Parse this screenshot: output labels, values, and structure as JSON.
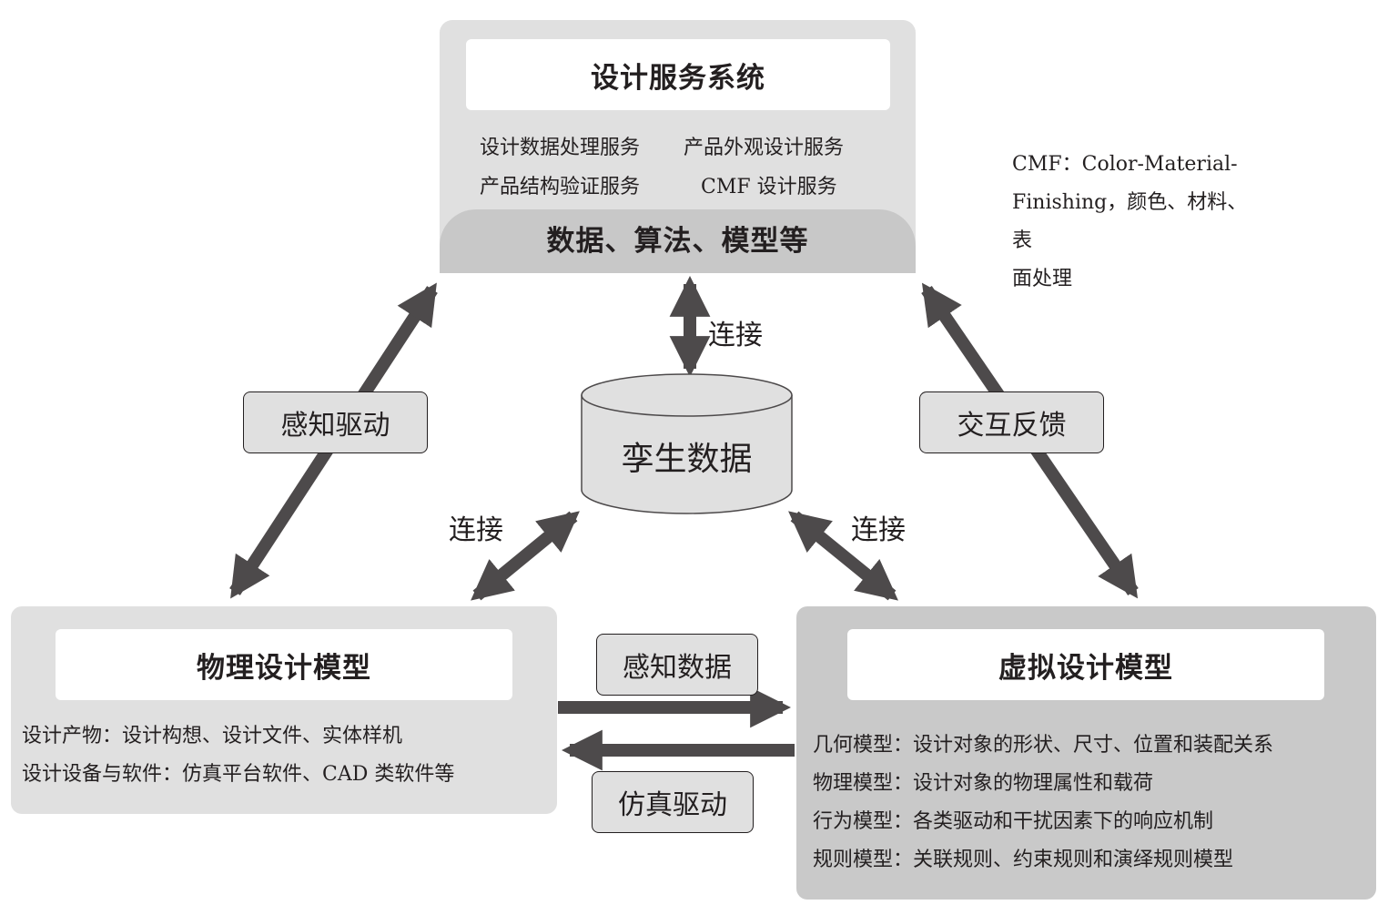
{
  "top_panel": {
    "title": "设计服务系统",
    "services": [
      "设计数据处理服务",
      "产品外观设计服务",
      "产品结构验证服务",
      "CMF 设计服务"
    ],
    "band": "数据、算法、模型等"
  },
  "cmf_note": {
    "lines": [
      "CMF：Color-Material-",
      "Finishing，颜色、材料、表",
      "面处理"
    ]
  },
  "twin_data": {
    "label": "孪生数据"
  },
  "connections": {
    "top": "连接",
    "left": "连接",
    "right": "连接"
  },
  "edge_labels": {
    "left_diagonal": "感知驱动",
    "right_diagonal": "交互反馈",
    "to_virtual": "感知数据",
    "to_physical": "仿真驱动"
  },
  "physical_model": {
    "title": "物理设计模型",
    "lines": [
      "设计产物：设计构想、设计文件、实体样机",
      "设计设备与软件：仿真平台软件、CAD 类软件等"
    ]
  },
  "virtual_model": {
    "title": "虚拟设计模型",
    "lines": [
      "几何模型：设计对象的形状、尺寸、位置和装配关系",
      "物理模型：设计对象的物理属性和载荷",
      "行为模型：各类驱动和干扰因素下的响应机制",
      "规则模型：关联规则、约束规则和演绎规则模型"
    ]
  },
  "colors": {
    "arrow": "#4d4a4b",
    "panel_light": "#e0e0e0",
    "panel_dark": "#c9c9c9",
    "band": "#c8c8c8",
    "text": "#231f20"
  }
}
